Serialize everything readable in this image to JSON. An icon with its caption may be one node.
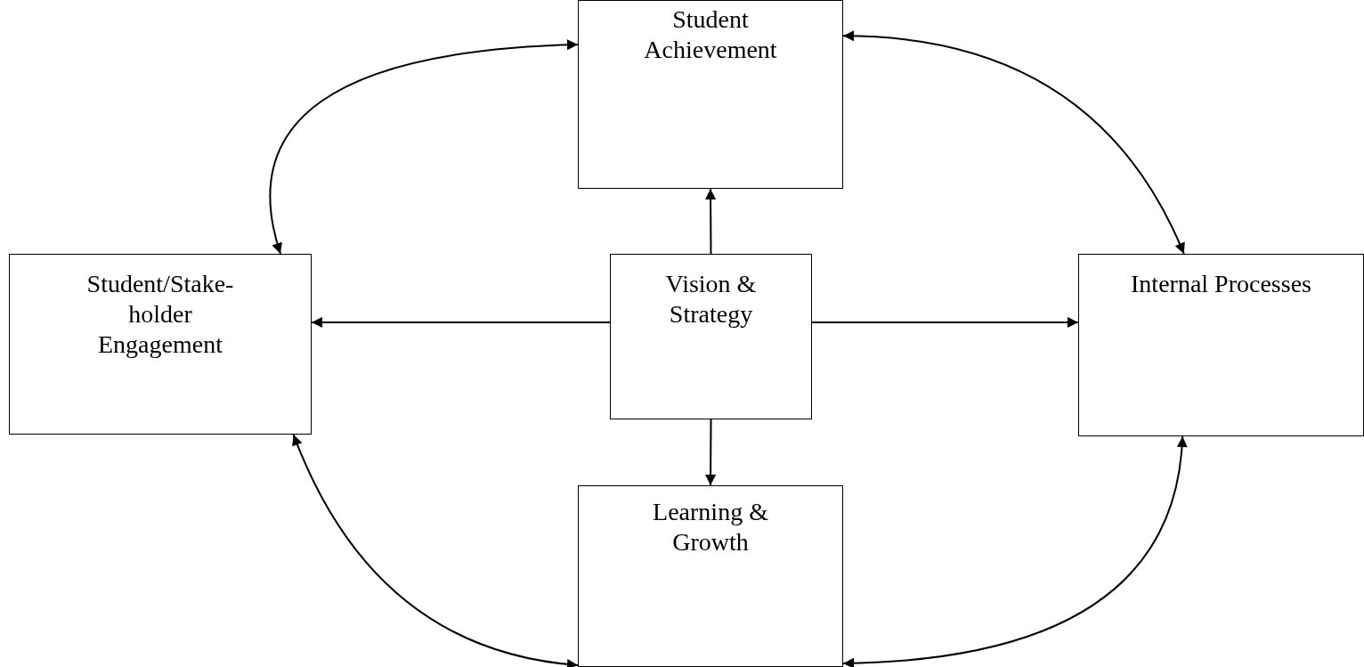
{
  "diagram": {
    "nodes": [
      {
        "text": [
          "Student Achievement"
        ]
      },
      {
        "text": [
          "Student/Stake- holder Engagement"
        ]
      },
      {
        "text": [
          "Vision & Strategy"
        ]
      },
      {
        "text": [
          "Internal Processes"
        ]
      },
      {
        "text": [
          "Learning & Growth"
        ]
      }
    ],
    "edges": [
      {
        "from": 2,
        "to": 0,
        "arrow": "to"
      },
      {
        "from": 2,
        "to": 1,
        "arrow": "to"
      },
      {
        "from": 2,
        "to": 3,
        "arrow": "to"
      },
      {
        "from": 2,
        "to": 4,
        "arrow": "to"
      },
      {
        "from": 1,
        "to": 0,
        "arrow": "both"
      },
      {
        "from": 0,
        "to": 3,
        "arrow": "both"
      },
      {
        "from": 1,
        "to": 4,
        "arrow": "both"
      },
      {
        "from": 4,
        "to": 3,
        "arrow": "both"
      }
    ]
  }
}
